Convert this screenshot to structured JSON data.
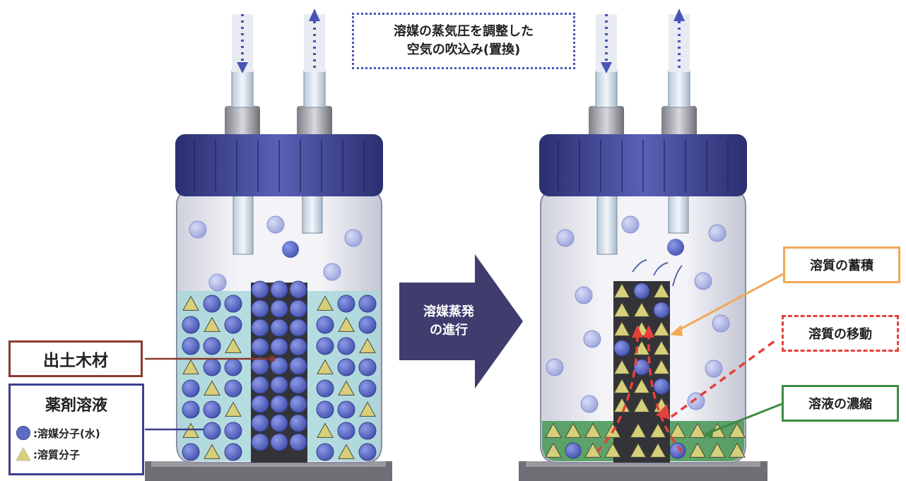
{
  "labels": {
    "top_note_line1": "溶媒の蒸気圧を調整した",
    "top_note_line2": "空気の吹込み(置換)",
    "wood": "出土木材",
    "legend_title": "薬剤溶液",
    "legend_solvent": ":溶媒分子(水)",
    "legend_solute": ":溶質分子",
    "process_line1": "溶媒蒸発",
    "process_line2": "の進行",
    "accumulation": "溶質の蓄積",
    "movement": "溶質の移動",
    "concentration": "溶液の濃縮"
  },
  "colors": {
    "solvent_molecule": "#5e6cc8",
    "solute_molecule": "#d7d07a",
    "solution": "#a9d8dc",
    "concentrated_solution": "#4c9a5a",
    "cap": "#3a3f8a",
    "wood": "#333338",
    "arrow": "#3f3c6e",
    "movement_arrow": "#e6403a"
  },
  "icons": {
    "solvent": "blue-circle-icon",
    "solute": "yellow-triangle-icon"
  }
}
